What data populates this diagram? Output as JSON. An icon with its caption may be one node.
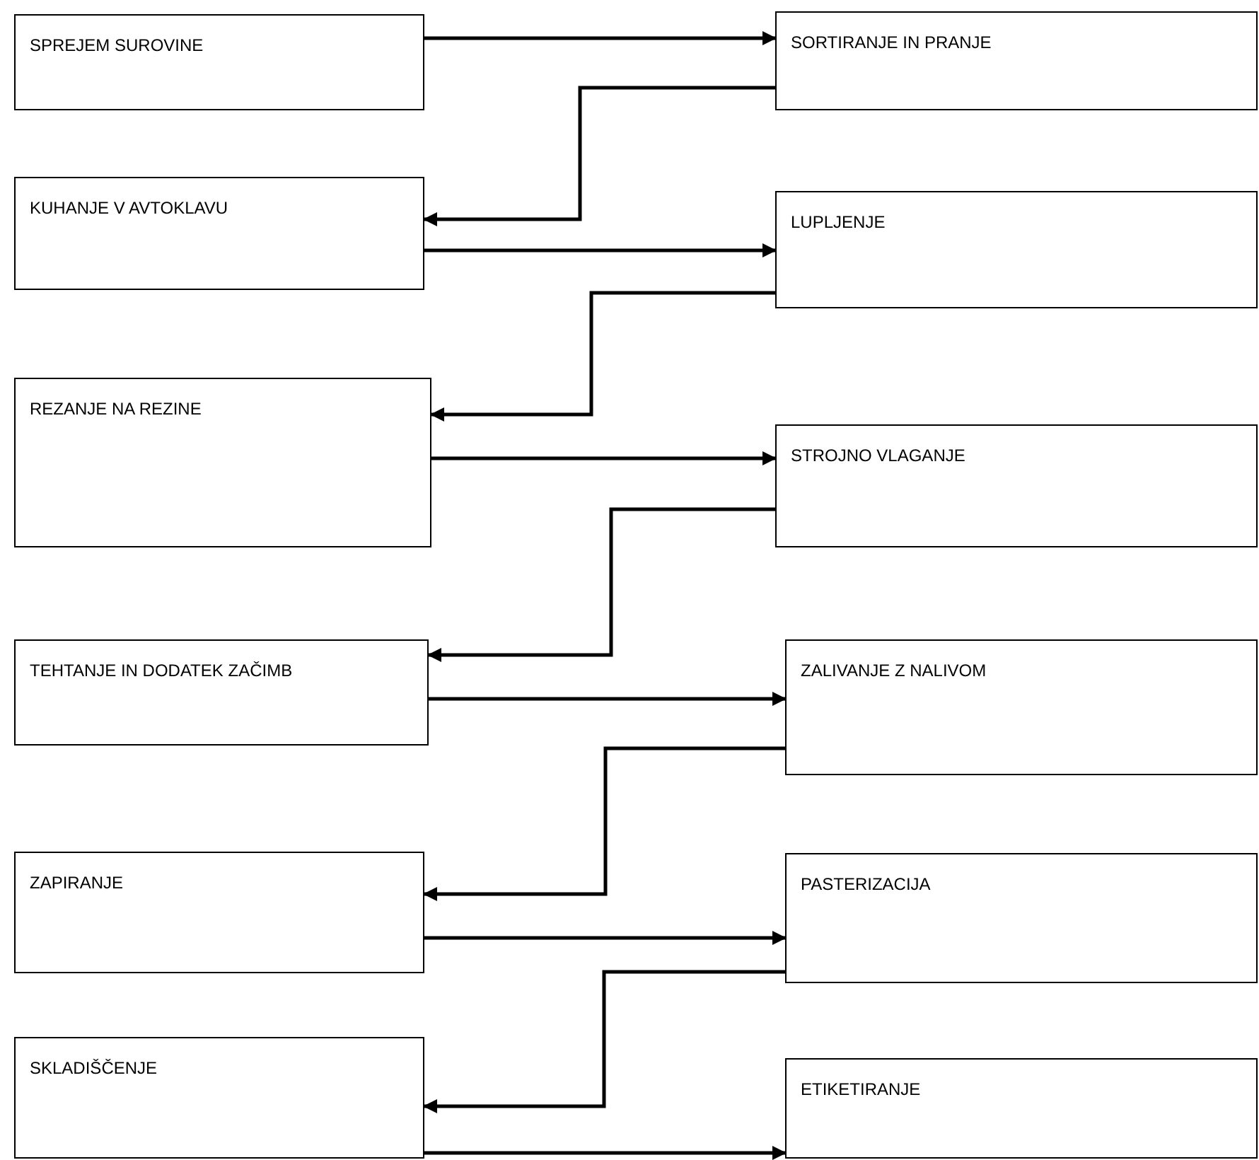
{
  "diagram": {
    "nodes": [
      {
        "text": [
          "SPREJEM SUROVINE"
        ]
      },
      {
        "text": [
          "SORTIRANJE IN PRANJE"
        ]
      },
      {
        "text": [
          "KUHANJE V AVTOKLAVU"
        ]
      },
      {
        "text": [
          "LUPLJENJE"
        ]
      },
      {
        "text": [
          "REZANJE NA REZINE"
        ]
      },
      {
        "text": [
          "STROJNO VLAGANJE"
        ]
      },
      {
        "text": [
          "TEHTANJE IN DODATEK ZAČIMB"
        ]
      },
      {
        "text": [
          "ZALIVANJE Z NALIVOM"
        ]
      },
      {
        "text": [
          "ZAPIRANJE"
        ]
      },
      {
        "text": [
          "PASTERIZACIJA"
        ]
      },
      {
        "text": [
          "SKLADIŠČENJE"
        ]
      },
      {
        "text": [
          "ETIKETIRANJE"
        ]
      }
    ],
    "edges": [
      {
        "from": 0,
        "to": 1,
        "arrow": "to"
      },
      {
        "from": 1,
        "to": 2,
        "arrow": "to"
      },
      {
        "from": 2,
        "to": 3,
        "arrow": "to"
      },
      {
        "from": 3,
        "to": 4,
        "arrow": "to"
      },
      {
        "from": 4,
        "to": 5,
        "arrow": "to"
      },
      {
        "from": 5,
        "to": 6,
        "arrow": "to"
      },
      {
        "from": 6,
        "to": 7,
        "arrow": "to"
      },
      {
        "from": 7,
        "to": 8,
        "arrow": "to"
      },
      {
        "from": 8,
        "to": 9,
        "arrow": "to"
      },
      {
        "from": 9,
        "to": 10,
        "arrow": "to"
      },
      {
        "from": 10,
        "to": 11,
        "arrow": "to"
      }
    ]
  }
}
